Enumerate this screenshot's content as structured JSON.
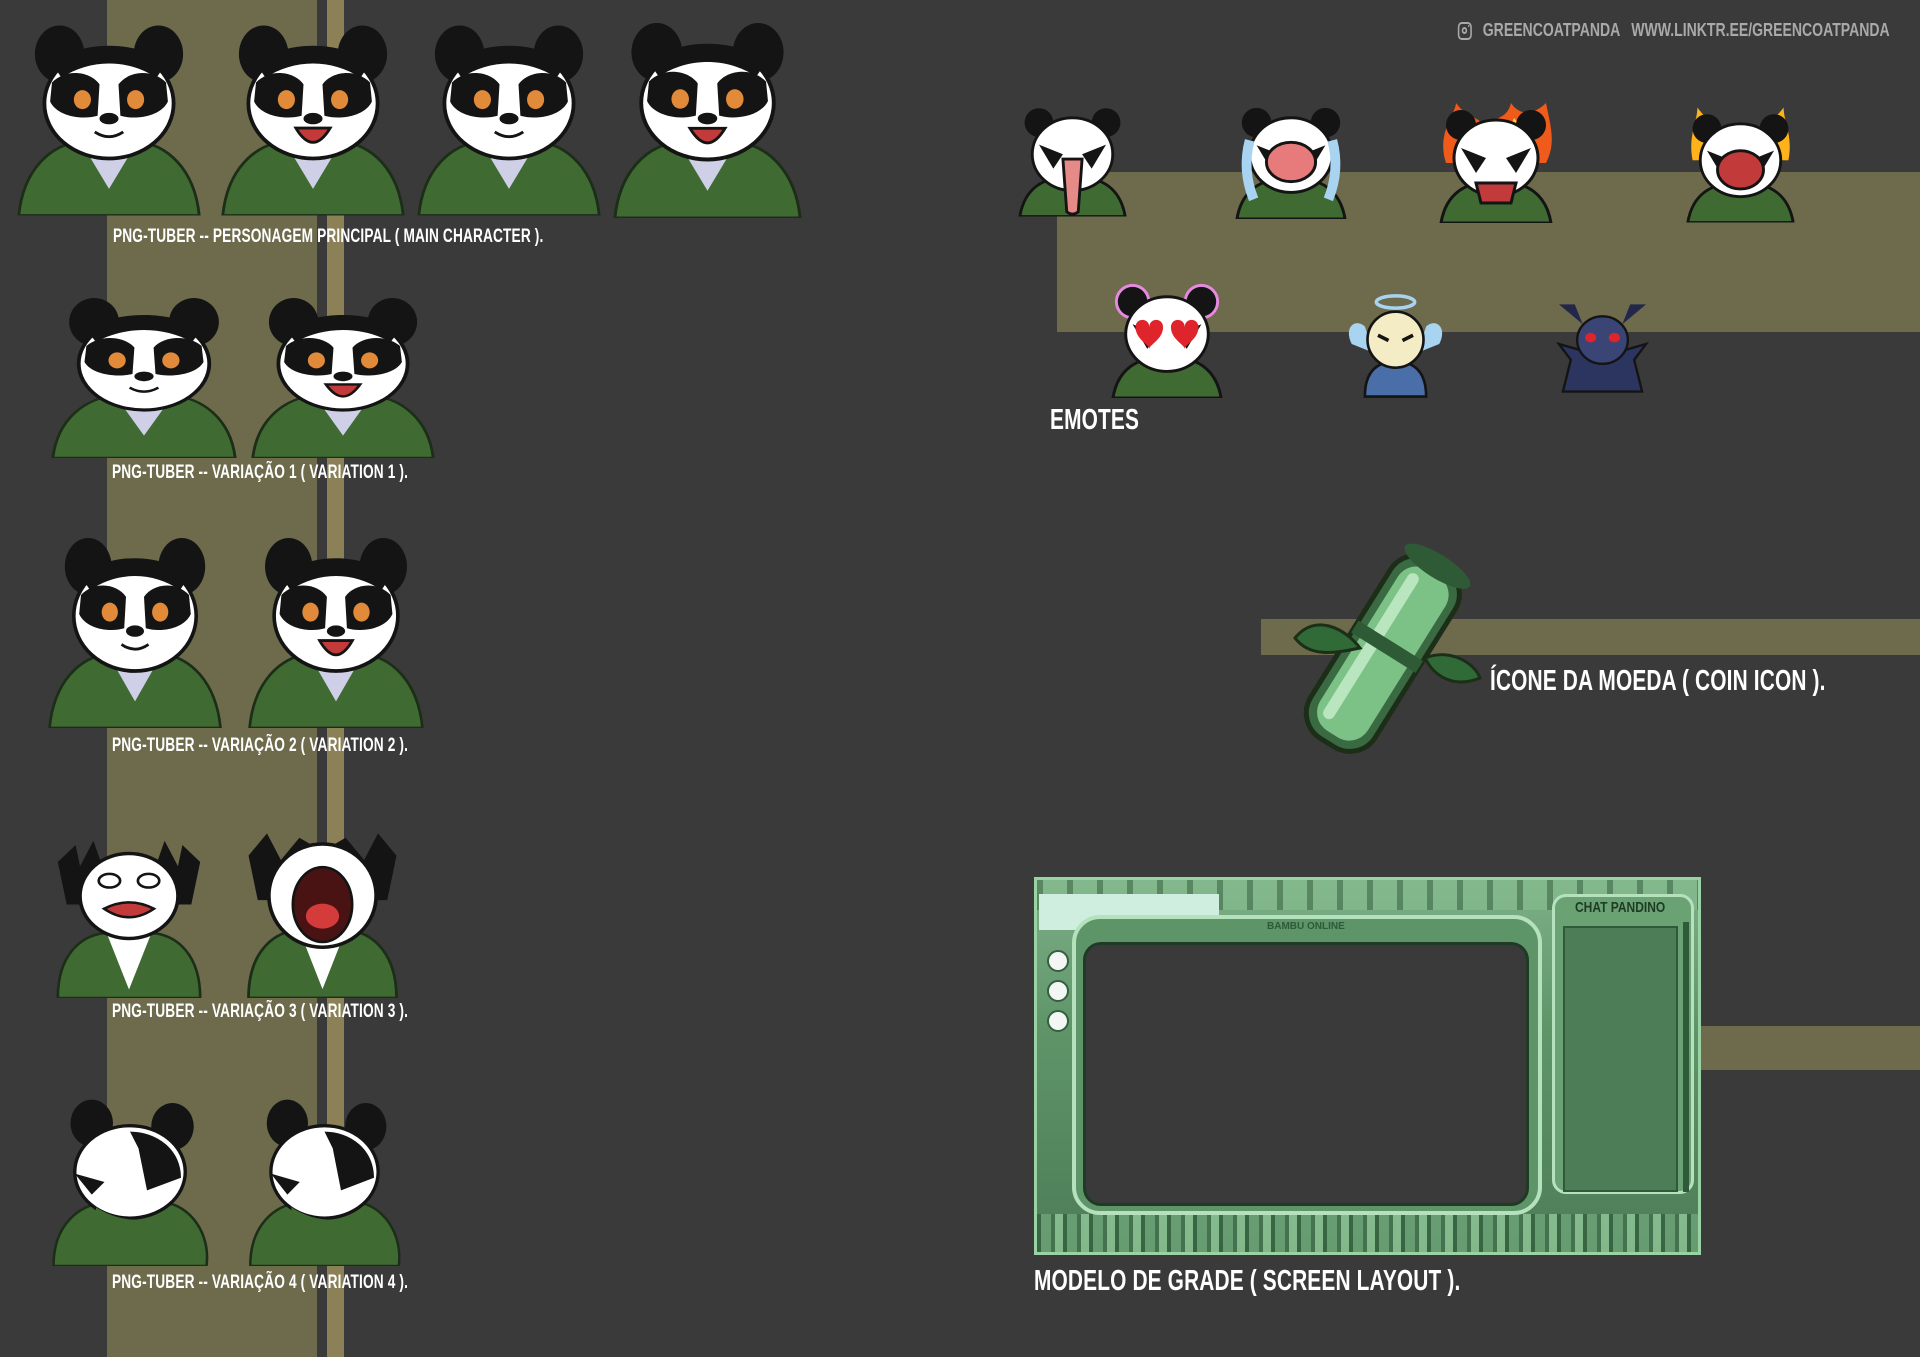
{
  "header": {
    "handle": "GREENCOATPANDA",
    "link": "WWW.LINKTR.EE/GREENCOATPANDA"
  },
  "captions": {
    "main": "PNG-TUBER -- PERSONAGEM PRINCIPAL ( MAIN CHARACTER ).",
    "var1": "PNG-TUBER -- VARIAÇÃO 1 ( VARIATION 1 ).",
    "var2": "PNG-TUBER -- VARIAÇÃO 2 ( VARIATION 2 ).",
    "var3": "PNG-TUBER -- VARIAÇÃO 3 ( VARIATION 3 ).",
    "var4": "PNG-TUBER -- VARIAÇÃO 4 ( VARIATION 4 ).",
    "emotes": "EMOTES",
    "coin": "ÍCONE DA MOEDA ( COIN ICON ).",
    "layout": "MODELO DE GRADE ( SCREEN LAYOUT )."
  },
  "layout_mockup": {
    "stream_label": "BAMBU ONLINE",
    "chat_title": "CHAT PANDINO"
  },
  "colors": {
    "background": "#3a3a3b",
    "band": "#6d6b4c",
    "band_light": "#8c8156",
    "coat_green": "#3f6b33",
    "accent_green": "#5f9469"
  }
}
